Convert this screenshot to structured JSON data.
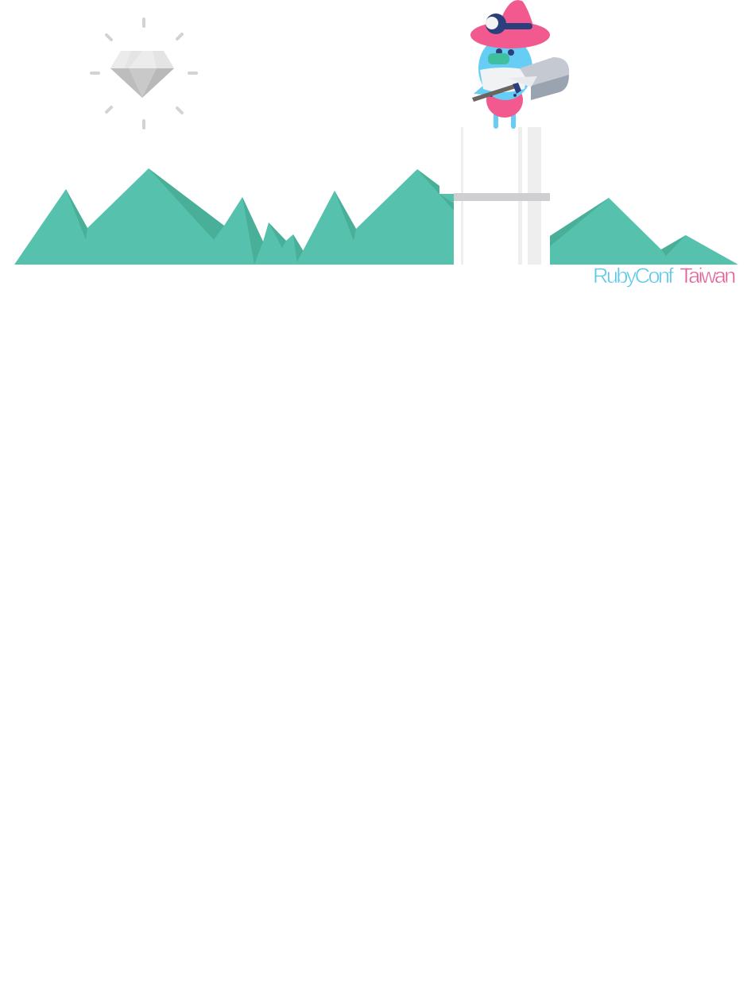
{
  "brand": {
    "word_1": "RubyConf",
    "word_2": "Taiwan",
    "color_word_1": "#5bc8e8",
    "color_word_2": "#e35b93"
  },
  "palette": {
    "mountain": "#56c2ad",
    "mountain_shade": "#4aaf98",
    "diamond": "#d6d6d6",
    "sparkle": "#d3d3d3",
    "platform": "#cfcfd2",
    "pole": "#eeeeee",
    "character_hat": "#f25a8f",
    "character_body": "#66cdf4",
    "headlamp_band": "#2b3f7c",
    "shovel": "#9aa4b0"
  },
  "scene": {
    "elements": [
      "diamond-icon",
      "sparkle-rays",
      "mountain-range",
      "lookout-tower",
      "miner-character",
      "shovel-icon",
      "headlamp-icon"
    ]
  }
}
